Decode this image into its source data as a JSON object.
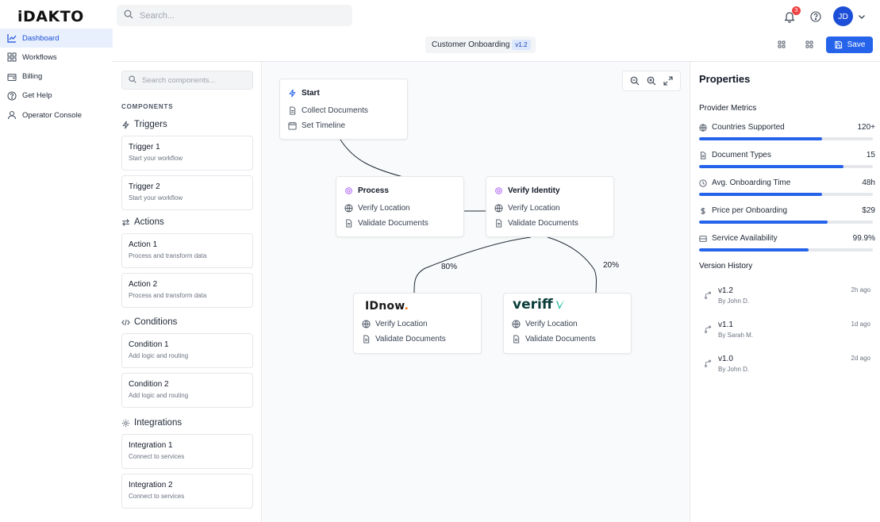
{
  "app": {
    "logo": "iDAKTO",
    "search_placeholder": "Search...",
    "notifications_count": "3",
    "avatar_initials": "JD"
  },
  "nav": {
    "items": [
      {
        "label": "Dashboard",
        "icon": "chart-line-icon",
        "active": true
      },
      {
        "label": "Workflows",
        "icon": "grid-icon"
      },
      {
        "label": "Billing",
        "icon": "wallet-icon"
      },
      {
        "label": "Get Help",
        "icon": "help-circle-icon"
      },
      {
        "label": "Operator Console",
        "icon": "user-icon"
      }
    ]
  },
  "toolbar": {
    "workflow_name": "Customer Onboarding",
    "version": "v1.2",
    "save_label": "Save"
  },
  "components": {
    "search_placeholder": "Search components...",
    "heading": "COMPONENTS",
    "groups": [
      {
        "title": "Triggers",
        "icon": "bolt-icon",
        "items": [
          {
            "title": "Trigger 1",
            "subtitle": "Start your workflow"
          },
          {
            "title": "Trigger 2",
            "subtitle": "Start your workflow"
          }
        ]
      },
      {
        "title": "Actions",
        "icon": "arrows-icon",
        "items": [
          {
            "title": "Action 1",
            "subtitle": "Process and transform data"
          },
          {
            "title": "Action 2",
            "subtitle": "Process and transform data"
          }
        ]
      },
      {
        "title": "Conditions",
        "icon": "code-icon",
        "items": [
          {
            "title": "Condition 1",
            "subtitle": "Add logic and routing"
          },
          {
            "title": "Condition 2",
            "subtitle": "Add logic and routing"
          }
        ]
      },
      {
        "title": "Integrations",
        "icon": "gear-icon",
        "items": [
          {
            "title": "Integration 1",
            "subtitle": "Connect to services"
          },
          {
            "title": "Integration 2",
            "subtitle": "Connect to services"
          }
        ]
      }
    ]
  },
  "canvas": {
    "nodes": {
      "start": {
        "title": "Start",
        "rows": [
          "Collect Documents",
          "Set Timeline"
        ]
      },
      "process": {
        "title": "Process",
        "rows": [
          "Verify Location",
          "Validate Documents"
        ]
      },
      "verify": {
        "title": "Verify Identity",
        "rows": [
          "Verify Location",
          "Validate Documents"
        ]
      },
      "idnow": {
        "logo": "IDnow",
        "logo_dot": ".",
        "rows": [
          "Verify Location",
          "Validate Documents"
        ]
      },
      "veriff": {
        "logo": "veriff",
        "rows": [
          "Verify Location",
          "Validate Documents"
        ]
      }
    },
    "edges": {
      "left_split": "80%",
      "right_split": "20%"
    }
  },
  "properties": {
    "title": "Properties",
    "metrics_title": "Provider Metrics",
    "metrics": [
      {
        "label": "Countries Supported",
        "value": "120+",
        "icon": "globe-icon",
        "level": 0.71
      },
      {
        "label": "Document Types",
        "value": "15",
        "icon": "document-icon",
        "level": 0.83
      },
      {
        "label": "Avg. Onboarding Time",
        "value": "48h",
        "icon": "clock-icon",
        "level": 0.71
      },
      {
        "label": "Price per Onboarding",
        "value": "$29",
        "icon": "dollar-icon",
        "level": 0.74
      },
      {
        "label": "Service Availability",
        "value": "99.9%",
        "icon": "server-icon",
        "level": 0.63
      }
    ],
    "history_title": "Version History",
    "versions": [
      {
        "name": "v1.2",
        "by": "By John D.",
        "time": "2h ago"
      },
      {
        "name": "v1.1",
        "by": "By Sarah M.",
        "time": "1d ago"
      },
      {
        "name": "v1.0",
        "by": "By John D.",
        "time": "2d ago"
      }
    ]
  },
  "colors": {
    "accent": "#2563eb",
    "active_nav_bg": "#e8f0fe",
    "node_icon_purple": "#a855f7",
    "start_icon_blue": "#2563eb",
    "idnow_orange": "#f97316",
    "veriff_green": "#1fbfa0",
    "badge_red": "#ef4444"
  }
}
